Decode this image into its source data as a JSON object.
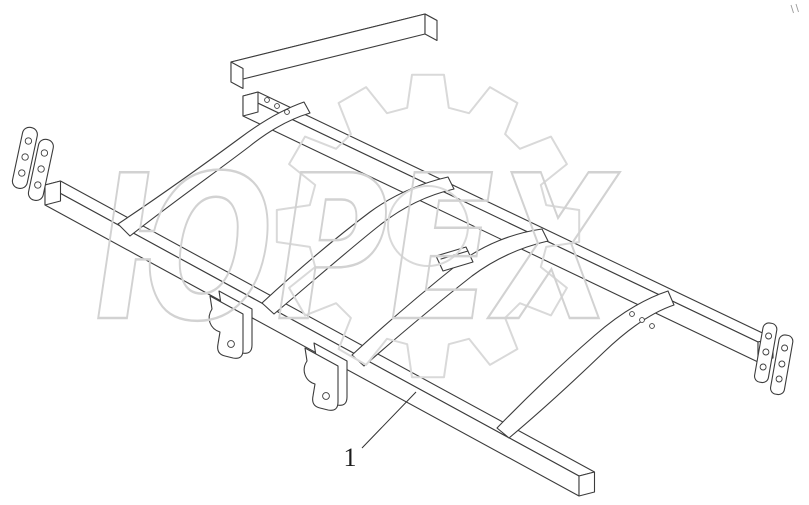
{
  "page": {
    "background": "#ffffff"
  },
  "diagram": {
    "type": "exploded-parts-line-drawing",
    "subject": "frame assembly (isometric technical drawing)",
    "part_label": "1",
    "line_color": "#3c3c3c"
  },
  "watermark": {
    "text": "ЮРЕХ",
    "color": "#d2d2d2",
    "gear_color": "#d9d9d9"
  }
}
